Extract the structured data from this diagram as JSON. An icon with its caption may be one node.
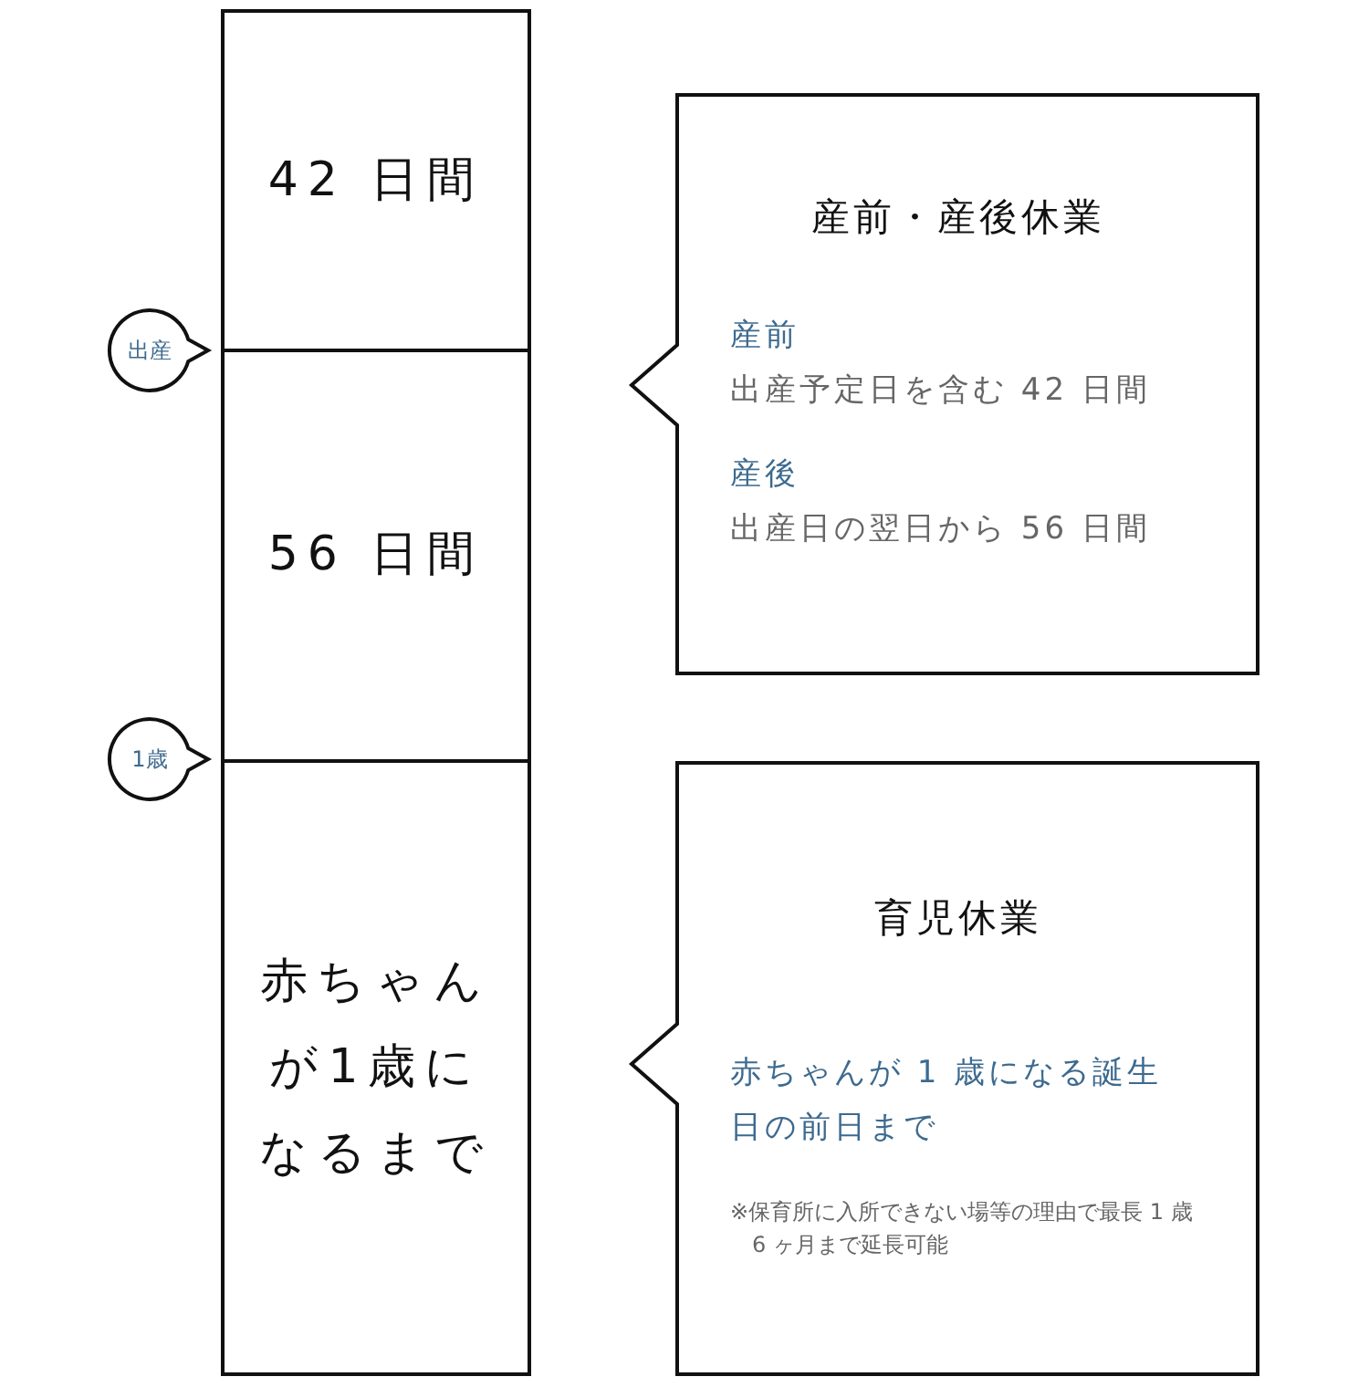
{
  "diagram": {
    "nodes": [
      {
        "text": [
          "42 日間"
        ]
      },
      {
        "text": [
          "56 日間"
        ]
      },
      {
        "text": [
          "赤ちゃんが1歳になるまで"
        ]
      },
      {
        "text": [
          "出産"
        ]
      },
      {
        "text": [
          "1歳"
        ]
      },
      {
        "text": [
          "産前・産後休業",
          "産前",
          "出産予定日を含む 42 日間",
          "産後",
          "出産日の翌日から 56 日間"
        ]
      },
      {
        "text": [
          "育児休業",
          "赤ちゃんが 1 歳になる誕生日の前日まで",
          "※保育所に入所できない場等の理由で最長 1 歳 6 ヶ月まで延長可能"
        ]
      }
    ]
  }
}
